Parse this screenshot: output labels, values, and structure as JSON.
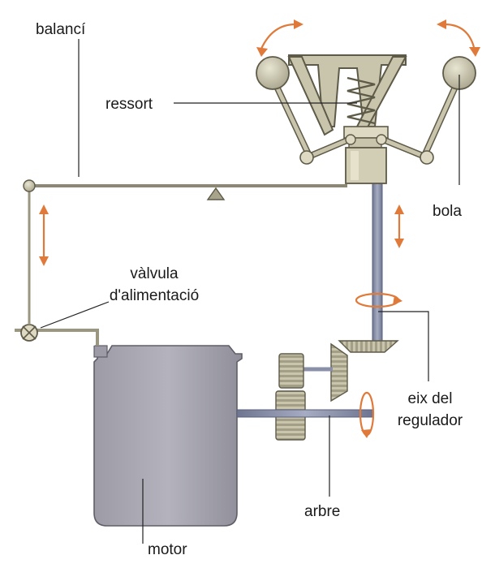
{
  "labels": {
    "balanci": "balancí",
    "ressort": "ressort",
    "bola": "bola",
    "valvula_line1": "vàlvula",
    "valvula_line2": "d'alimentació",
    "eix_line1": "eix del",
    "eix_line2": "regulador",
    "arbre": "arbre",
    "motor": "motor"
  },
  "colors": {
    "background": "#ffffff",
    "metal": "#c9c5ad",
    "motor_body": "#a9a8b2",
    "shaft": "#8a90a8",
    "arrow": "#e07a3a",
    "text": "#1a1a1a"
  }
}
